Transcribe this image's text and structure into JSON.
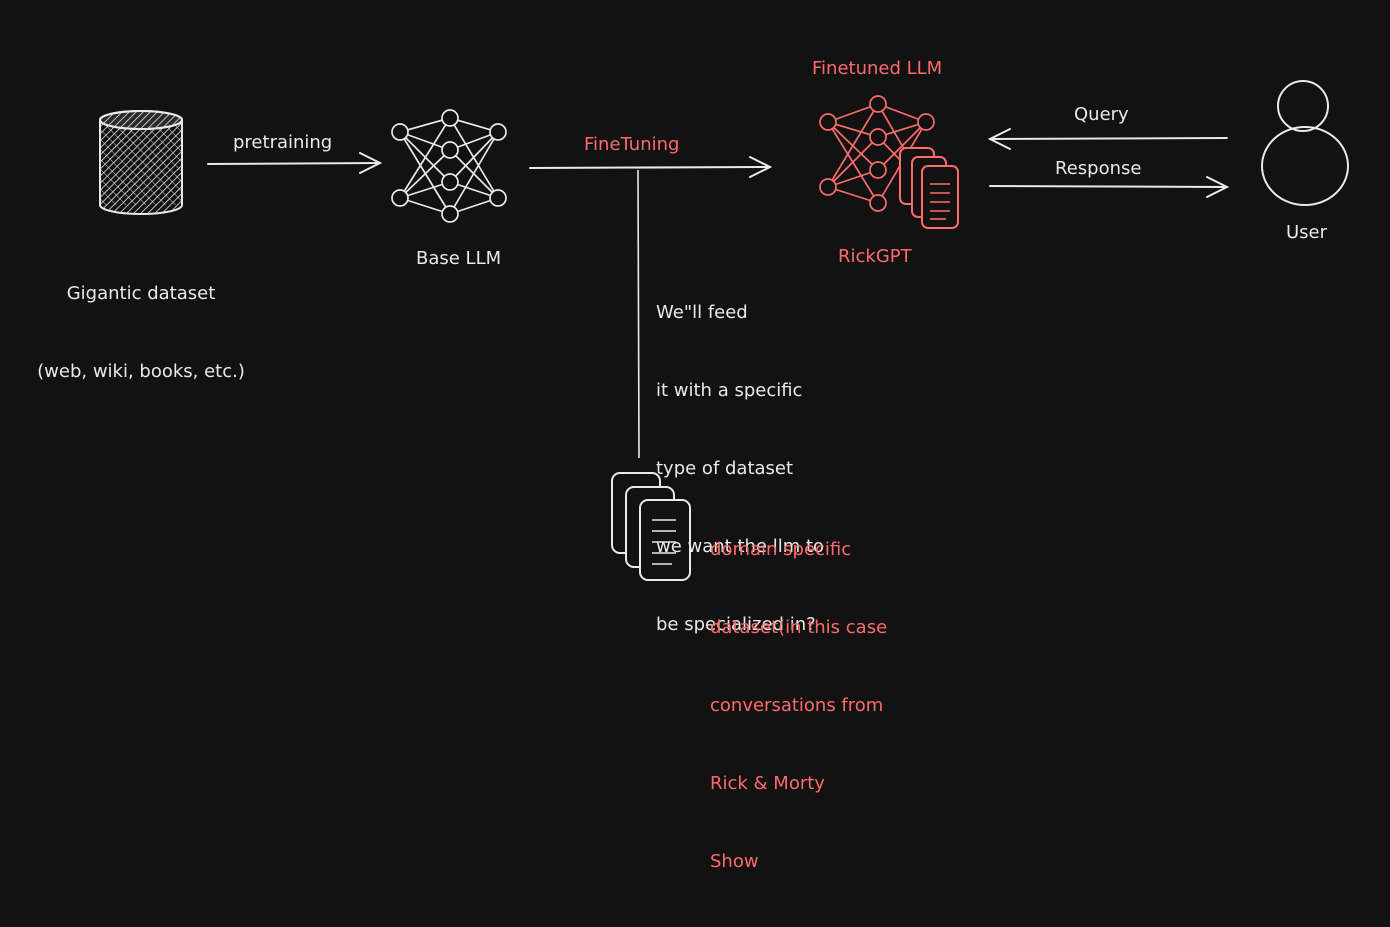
{
  "colors": {
    "background": "#121212",
    "stroke": "#e9e9e9",
    "accent": "#ff6b6b"
  },
  "nodes": {
    "dataset": {
      "icon": "database-icon",
      "lines": [
        "Gigantic dataset",
        "(web, wiki, books, etc.)"
      ]
    },
    "base_llm": {
      "icon": "neural-network-icon",
      "label": "Base LLM"
    },
    "finetuned_llm": {
      "icon": "neural-network-with-documents-icon",
      "title": "Finetuned LLM",
      "label": "RickGPT"
    },
    "user": {
      "icon": "user-icon",
      "label": "User"
    },
    "domain_dataset": {
      "icon": "document-stack-icon",
      "lines": [
        "domain specific",
        "dataset(in this case",
        "conversations from",
        "Rick & Morty",
        "Show"
      ]
    }
  },
  "edges": {
    "pretraining": "pretraining",
    "finetuning": "FineTuning",
    "query": "Query",
    "response": "Response"
  },
  "annotation": {
    "lines": [
      "We\"ll feed",
      "it with a specific",
      "type of dataset",
      "we want the llm to",
      "be specialized in?"
    ]
  }
}
